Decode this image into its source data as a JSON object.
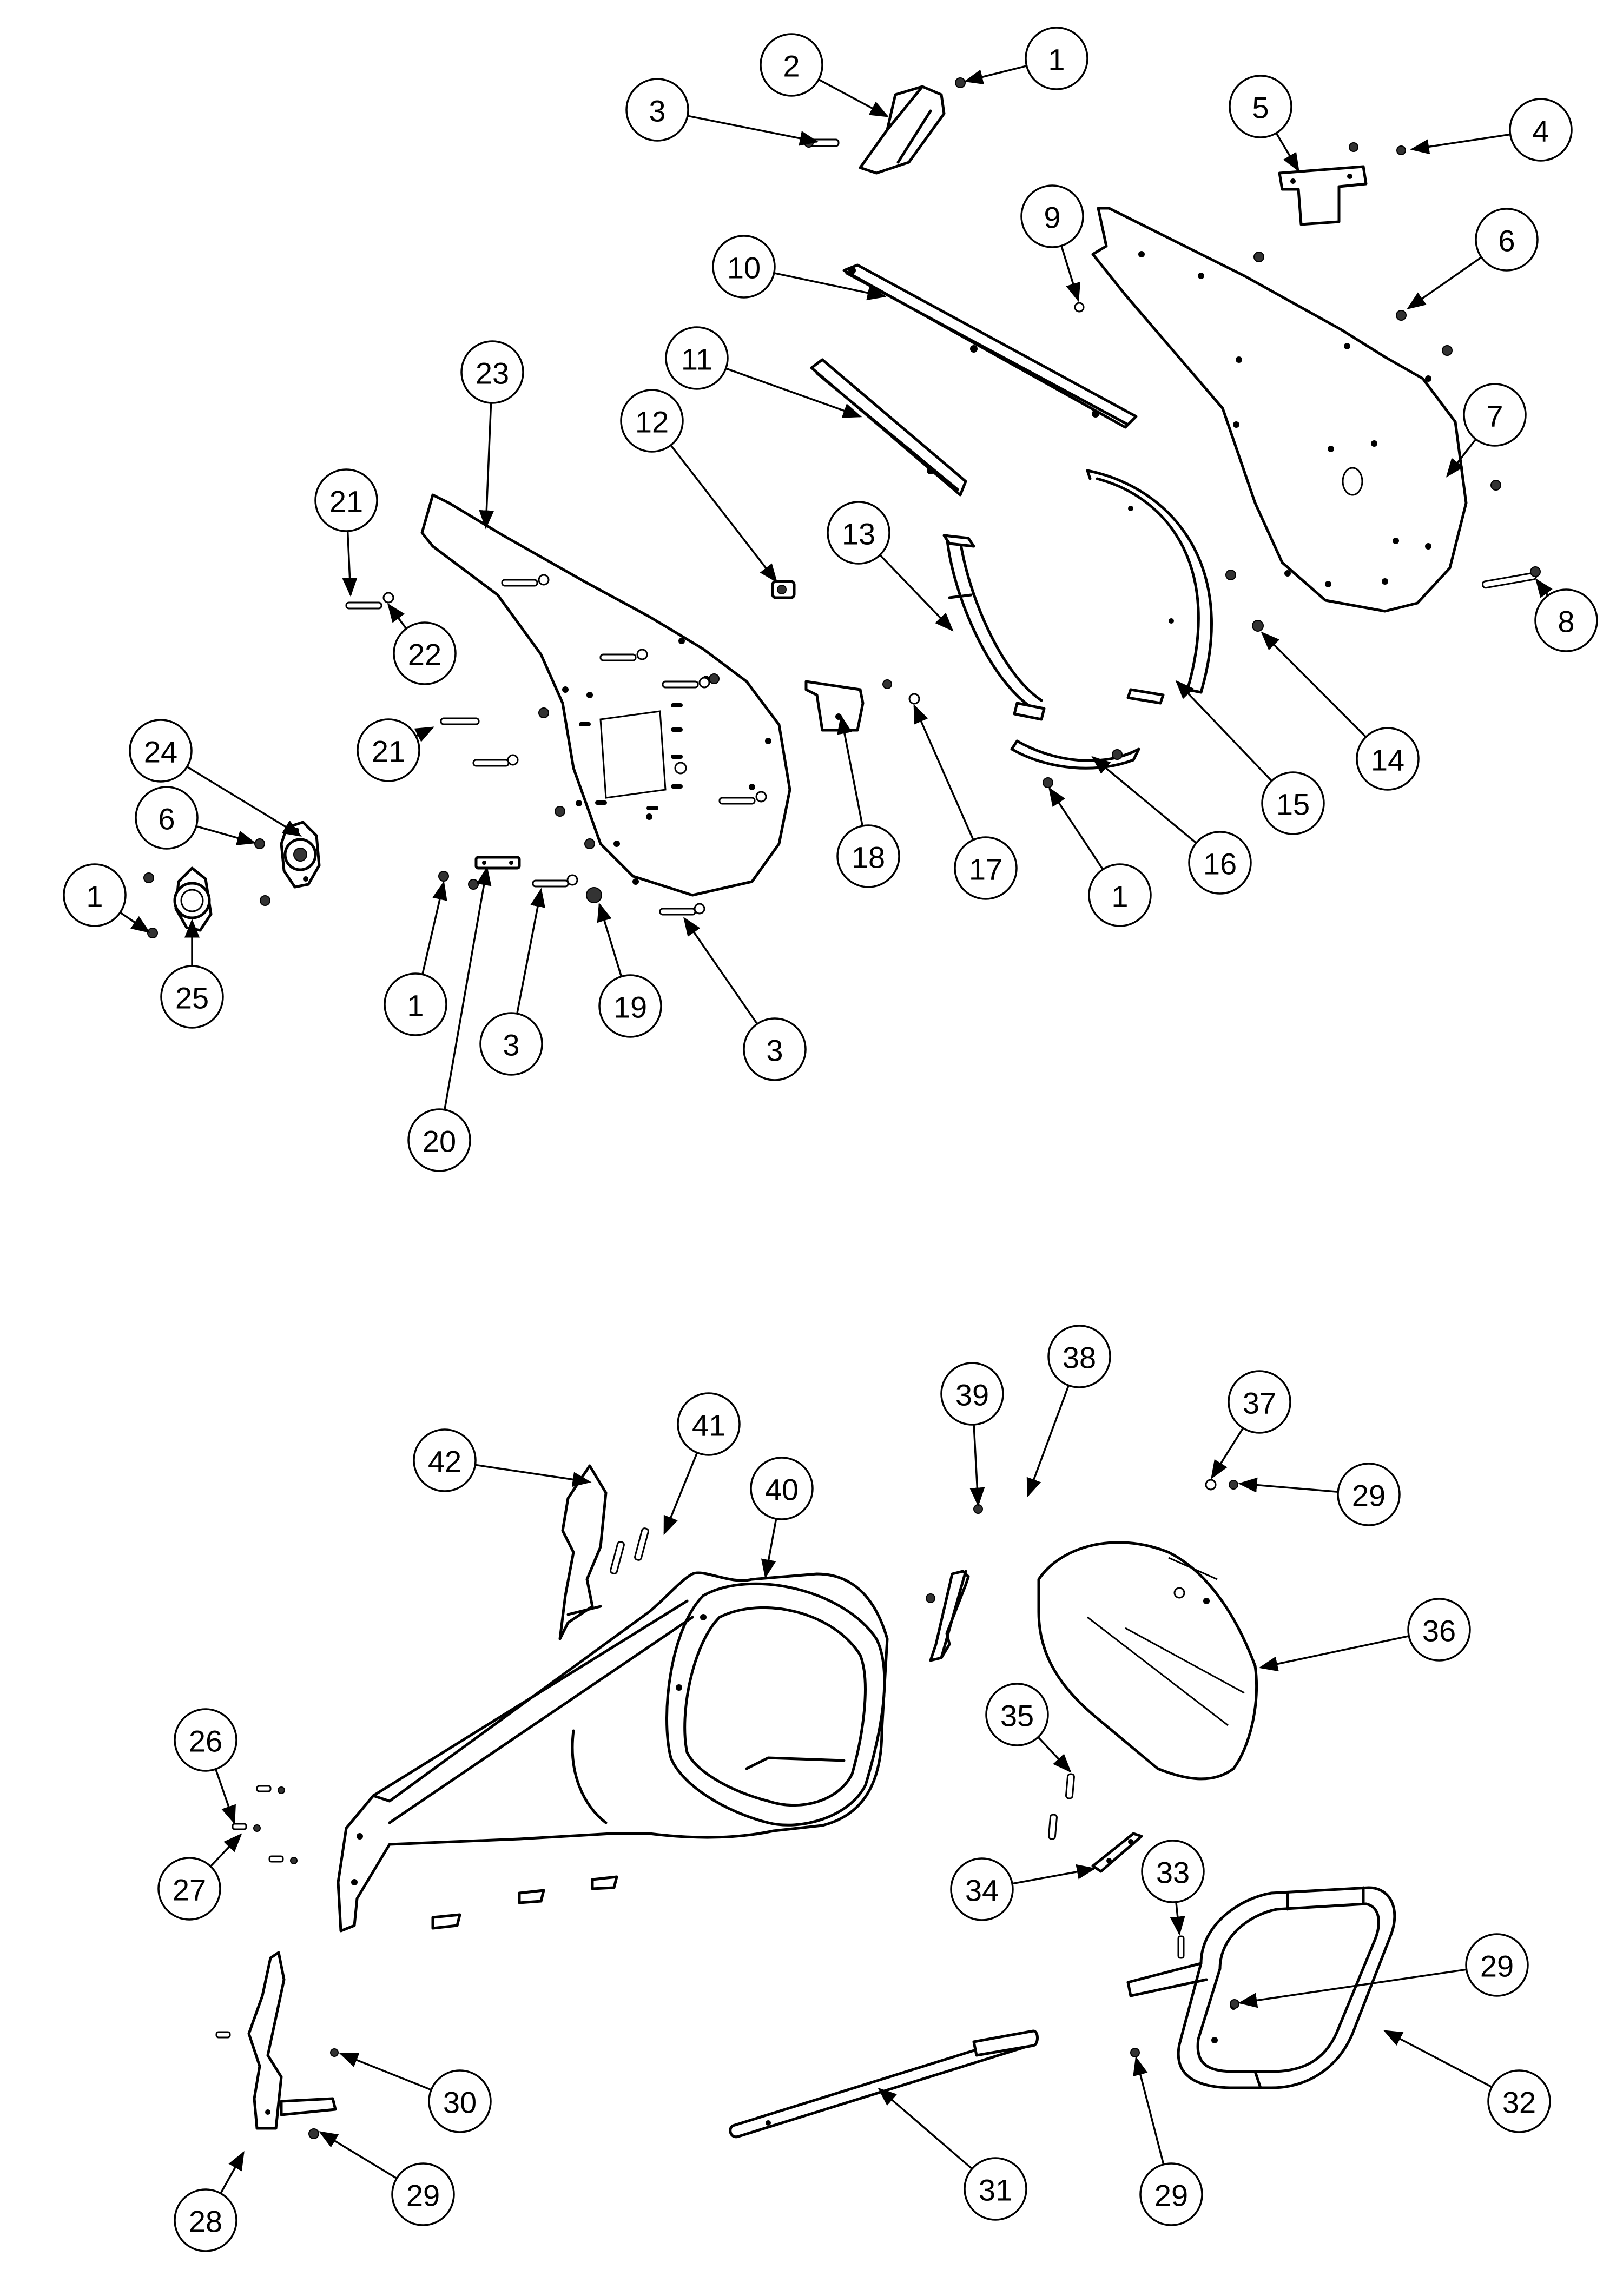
{
  "diagram": {
    "callouts": [
      {
        "id": "c1a",
        "label": "1"
      },
      {
        "id": "c2",
        "label": "2"
      },
      {
        "id": "c3a",
        "label": "3"
      },
      {
        "id": "c5",
        "label": "5"
      },
      {
        "id": "c4",
        "label": "4"
      },
      {
        "id": "c9",
        "label": "9"
      },
      {
        "id": "c6a",
        "label": "6"
      },
      {
        "id": "c10",
        "label": "10"
      },
      {
        "id": "c7",
        "label": "7"
      },
      {
        "id": "c11",
        "label": "11"
      },
      {
        "id": "c23",
        "label": "23"
      },
      {
        "id": "c12",
        "label": "12"
      },
      {
        "id": "c21a",
        "label": "21"
      },
      {
        "id": "c13",
        "label": "13"
      },
      {
        "id": "c8",
        "label": "8"
      },
      {
        "id": "c22",
        "label": "22"
      },
      {
        "id": "c14",
        "label": "14"
      },
      {
        "id": "c21b",
        "label": "21"
      },
      {
        "id": "c24",
        "label": "24"
      },
      {
        "id": "c15",
        "label": "15"
      },
      {
        "id": "c6b",
        "label": "6"
      },
      {
        "id": "c18",
        "label": "18"
      },
      {
        "id": "c17",
        "label": "17"
      },
      {
        "id": "c16",
        "label": "16"
      },
      {
        "id": "c1b",
        "label": "1"
      },
      {
        "id": "c1c",
        "label": "1"
      },
      {
        "id": "c25",
        "label": "25"
      },
      {
        "id": "c1d",
        "label": "1"
      },
      {
        "id": "c19",
        "label": "19"
      },
      {
        "id": "c3b",
        "label": "3"
      },
      {
        "id": "c3c",
        "label": "3"
      },
      {
        "id": "c20",
        "label": "20"
      },
      {
        "id": "c38",
        "label": "38"
      },
      {
        "id": "c39",
        "label": "39"
      },
      {
        "id": "c37",
        "label": "37"
      },
      {
        "id": "c41",
        "label": "41"
      },
      {
        "id": "c42",
        "label": "42"
      },
      {
        "id": "c40",
        "label": "40"
      },
      {
        "id": "c29a",
        "label": "29"
      },
      {
        "id": "c36",
        "label": "36"
      },
      {
        "id": "c35",
        "label": "35"
      },
      {
        "id": "c26",
        "label": "26"
      },
      {
        "id": "c34",
        "label": "34"
      },
      {
        "id": "c27",
        "label": "27"
      },
      {
        "id": "c33",
        "label": "33"
      },
      {
        "id": "c29b",
        "label": "29"
      },
      {
        "id": "c30",
        "label": "30"
      },
      {
        "id": "c32",
        "label": "32"
      },
      {
        "id": "c31",
        "label": "31"
      },
      {
        "id": "c29c",
        "label": "29"
      },
      {
        "id": "c29d",
        "label": "29"
      },
      {
        "id": "c28",
        "label": "28"
      }
    ]
  }
}
